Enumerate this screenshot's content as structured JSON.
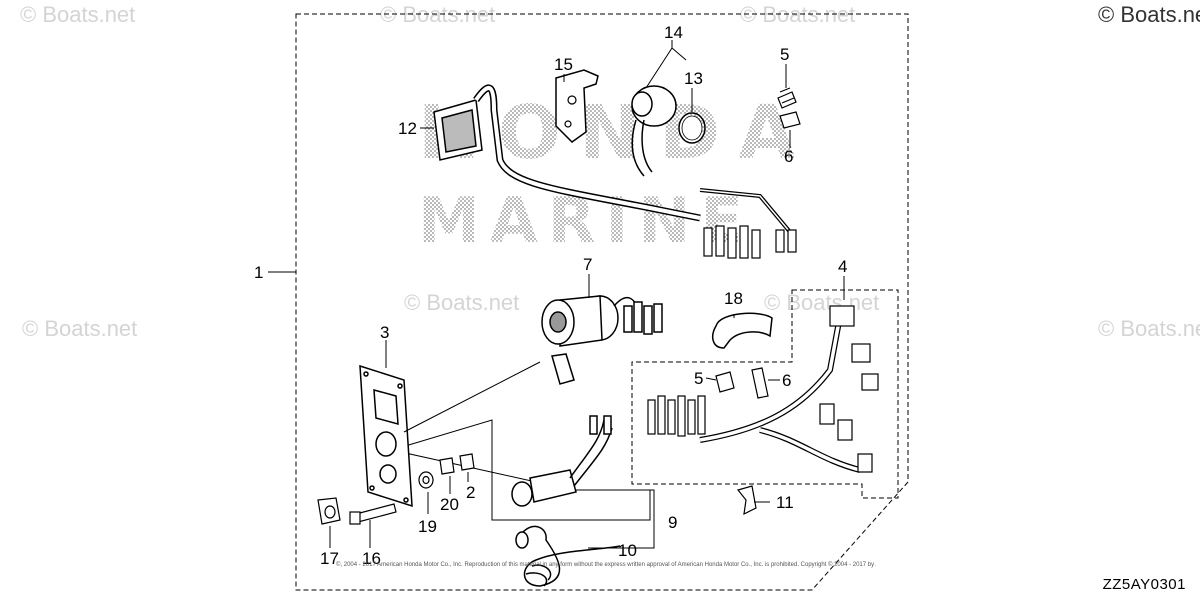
{
  "watermark": {
    "text": "© Boats.net"
  },
  "callouts": {
    "c1": "1",
    "c2": "2",
    "c3": "3",
    "c4": "4",
    "c5a": "5",
    "c5b": "5",
    "c6a": "6",
    "c6b": "6",
    "c7": "7",
    "c9": "9",
    "c10": "10",
    "c11": "11",
    "c12": "12",
    "c13": "13",
    "c14": "14",
    "c15": "15",
    "c16": "16",
    "c17": "17",
    "c18": "18",
    "c19": "19",
    "c20": "20"
  },
  "background_logo": {
    "line1": "HONDA",
    "line2": "MARINE"
  },
  "copyright_notice": "©, 2004 - 2017 American Honda Motor Co., Inc. Reproduction of this material in any form without the express written approval of American Honda Motor Co., Inc. is prohibited. Copyright © 2004 - 2017 by ARI Network Services, Inc.",
  "drawing_id": "ZZ5AY0301"
}
